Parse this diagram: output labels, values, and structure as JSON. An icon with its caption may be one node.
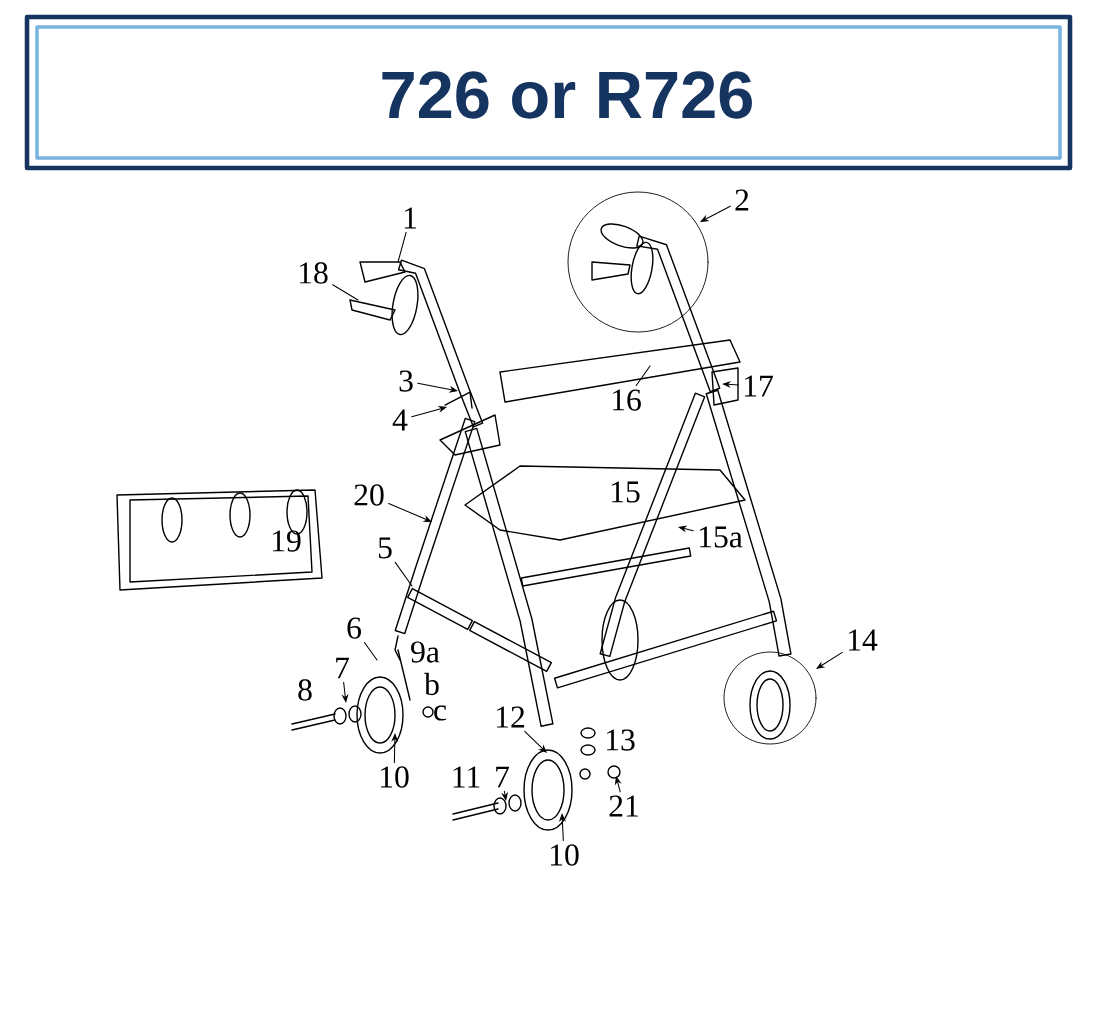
{
  "diagram": {
    "title": "726 or R726",
    "nodes": [
      {
        "text": [
          "1"
        ]
      },
      {
        "text": [
          "18"
        ]
      },
      {
        "text": [
          "2"
        ]
      },
      {
        "text": [
          "3"
        ]
      },
      {
        "text": [
          "4"
        ]
      },
      {
        "text": [
          "16"
        ]
      },
      {
        "text": [
          "17"
        ]
      },
      {
        "text": [
          "20"
        ]
      },
      {
        "text": [
          "5"
        ]
      },
      {
        "text": [
          "6"
        ]
      },
      {
        "text": [
          "7"
        ]
      },
      {
        "text": [
          "10"
        ]
      },
      {
        "text": [
          "12"
        ]
      },
      {
        "text": [
          "7"
        ]
      },
      {
        "text": [
          "10"
        ]
      },
      {
        "text": [
          "21"
        ]
      },
      {
        "text": [
          "14"
        ]
      },
      {
        "text": [
          "15a"
        ]
      }
    ],
    "edges": [
      {
        "from": 0,
        "to": null,
        "arrow": "none"
      },
      {
        "from": 1,
        "to": null,
        "arrow": "none"
      },
      {
        "from": 2,
        "to": null,
        "arrow": "to"
      },
      {
        "from": 3,
        "to": null,
        "arrow": "to"
      },
      {
        "from": 4,
        "to": null,
        "arrow": "to"
      },
      {
        "from": 5,
        "to": null,
        "arrow": "none"
      },
      {
        "from": 6,
        "to": null,
        "arrow": "to"
      },
      {
        "from": 7,
        "to": null,
        "arrow": "to"
      },
      {
        "from": 8,
        "to": null,
        "arrow": "none"
      },
      {
        "from": 9,
        "to": null,
        "arrow": "none"
      },
      {
        "from": 10,
        "to": null,
        "arrow": "to"
      },
      {
        "from": 11,
        "to": null,
        "arrow": "to"
      },
      {
        "from": 12,
        "to": null,
        "arrow": "to"
      },
      {
        "from": 13,
        "to": null,
        "arrow": "to"
      },
      {
        "from": 14,
        "to": null,
        "arrow": "to"
      },
      {
        "from": 15,
        "to": null,
        "arrow": "to"
      },
      {
        "from": 16,
        "to": null,
        "arrow": "to"
      },
      {
        "from": 17,
        "to": null,
        "arrow": "to"
      }
    ],
    "labels": [
      "15",
      "19",
      "9a",
      "b",
      "8",
      "c",
      "13",
      "11"
    ]
  }
}
